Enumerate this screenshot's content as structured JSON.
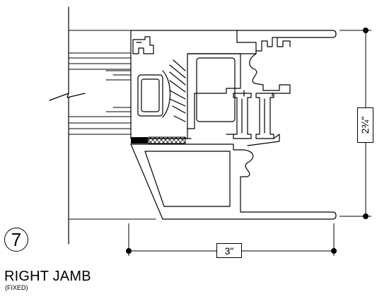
{
  "detail": {
    "number": "7",
    "title": "RIGHT JAMB",
    "subtitle": "(FIXED)"
  },
  "dimensions": {
    "width_label": "3\"",
    "height_label": "2¾\""
  },
  "colors": {
    "line": "#000000",
    "background": "#ffffff"
  }
}
